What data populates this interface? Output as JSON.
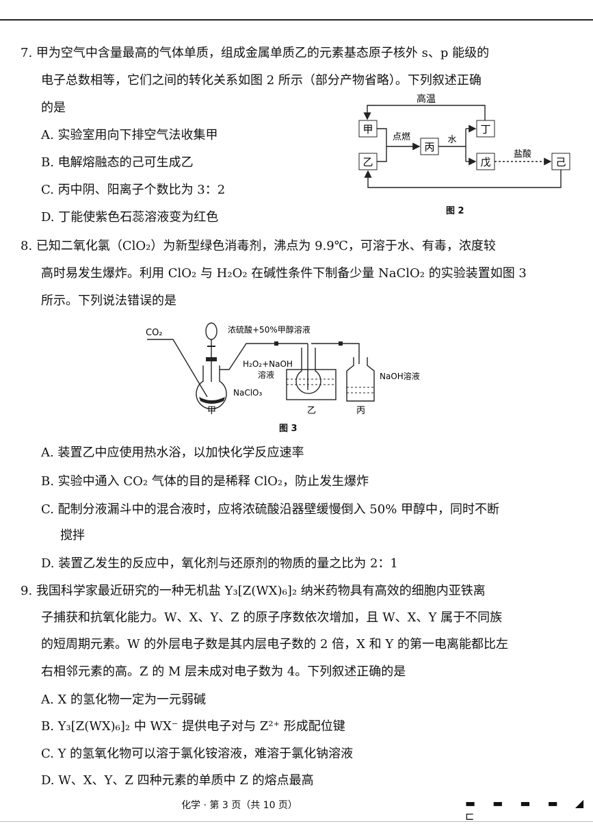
{
  "q7": {
    "l1": "7. 甲为空气中含量最高的气体单质，组成金属单质乙的元素基态原子核外 s、p 能级的",
    "l2": "电子总数相等，它们之间的转化关系如图 2 所示（部分产物省略）。下列叙述正确",
    "l3": "的是",
    "a": "A. 实验室用向下排空气法收集甲",
    "b": "B. 电解熔融态的己可生成乙",
    "c": "C. 丙中阴、阳离子个数比为 3：2",
    "d": "D. 丁能使紫色石蕊溶液变为红色",
    "fig": {
      "caption": "图 2",
      "top_label": "高温",
      "jia": "甲",
      "yi": "乙",
      "bing": "丙",
      "ding": "丁",
      "wu": "戊",
      "ji": "己",
      "ignite": "点燃",
      "water": "水",
      "hcl": "盐酸"
    }
  },
  "q8": {
    "l1": "8. 已知二氧化氯（ClO₂）为新型绿色消毒剂，沸点为 9.9℃，可溶于水、有毒，浓度较",
    "l2": "高时易发生爆炸。利用 ClO₂ 与 H₂O₂ 在碱性条件下制备少量 NaClO₂ 的实验装置如图 3",
    "l3": "所示。下列说法错误的是",
    "a": "A. 装置乙中应使用热水浴，以加快化学反应速率",
    "b": "B. 实验中通入 CO₂ 气体的目的是稀释 ClO₂，防止发生爆炸",
    "c1": "C. 配制分液漏斗中的混合液时，应将浓硫酸沿器壁缓慢倒入 50% 甲醇中，同时不断",
    "c2": "搅拌",
    "d": "D. 装置乙发生的反应中，氧化剂与还原剂的物质的量之比为 2：1",
    "fig": {
      "caption": "图 3",
      "co2": "CO₂",
      "funnel_label": "浓硫酸+50%甲醇溶液",
      "h2o2_label": "H₂O₂+NaOH",
      "h2o2_label2": "溶液",
      "naclo3": "NaClO₃",
      "naoh": "NaOH溶液",
      "jia": "甲",
      "yi": "乙",
      "bing": "丙"
    }
  },
  "q9": {
    "l1": "9. 我国科学家最近研究的一种无机盐 Y₃[Z(WX)₆]₂ 纳米药物具有高效的细胞内亚铁离",
    "l2": "子捕获和抗氧化能力。W、X、Y、Z 的原子序数依次增加，且 W、X、Y 属于不同族",
    "l3": "的短周期元素。W 的外层电子数是其内层电子数的 2 倍，X 和 Y 的第一电离能都比左",
    "l4": "右相邻元素的高。Z 的 M 层未成对电子数为 4。下列叙述正确的是",
    "a": "A. X 的氢化物一定为一元弱碱",
    "b": "B. Y₃[Z(WX)₆]₂ 中 WX⁻ 提供电子对与 Z²⁺ 形成配位键",
    "c": "C. Y 的氢氧化物可以溶于氯化铵溶液，难溶于氯化钠溶液",
    "d": "D. W、X、Y、Z 四种元素的单质中 Z 的熔点最高"
  },
  "footer": "化学 · 第 3 页（共 10 页）",
  "marks": "▬ ▬ ▬ ▬ ◢ ⊏"
}
